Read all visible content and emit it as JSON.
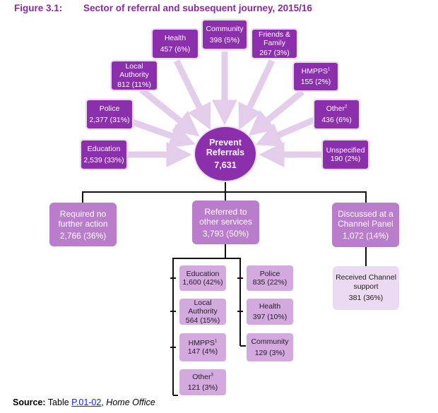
{
  "figure": {
    "number": "Figure 3.1:",
    "title": "Sector of referral and subsequent journey, 2015/16"
  },
  "center": {
    "label_line1": "Prevent",
    "label_line2": "Referrals",
    "value": "7,631"
  },
  "sources": [
    {
      "id": "education",
      "label": "Education",
      "value": "2,539 (33%)"
    },
    {
      "id": "police",
      "label": "Police",
      "value": "2,377 (31%)"
    },
    {
      "id": "local-authority",
      "label": "Local Authority",
      "value": "812 (11%)"
    },
    {
      "id": "health",
      "label": "Health",
      "value": "457 (6%)"
    },
    {
      "id": "community",
      "label": "Community",
      "value": "398 (5%)"
    },
    {
      "id": "friends-family",
      "label": "Friends & Family",
      "value": "267 (3%)"
    },
    {
      "id": "hmpps",
      "label": "HMPPS",
      "sup": "1",
      "value": "155 (2%)"
    },
    {
      "id": "other",
      "label": "Other",
      "sup": "2",
      "value": "436 (6%)"
    },
    {
      "id": "unspecified",
      "label": "Unspecified",
      "value": "190 (2%)"
    }
  ],
  "outcomes": [
    {
      "id": "no-further-action",
      "label": "Required no further action",
      "value": "2,766 (36%)"
    },
    {
      "id": "referred-other-services",
      "label": "Referred to other services",
      "value": "3,793 (50%)"
    },
    {
      "id": "channel-panel",
      "label": "Discussed at a Channel Panel",
      "value": "1,072 (14%)"
    }
  ],
  "referred_services_left": [
    {
      "id": "education",
      "label": "Education",
      "value": "1,600 (42%)"
    },
    {
      "id": "local-authority",
      "label": "Local Authority",
      "value": "564 (15%)"
    },
    {
      "id": "hmpps",
      "label": "HMPPS",
      "sup": "1",
      "value": "147 (4%)"
    },
    {
      "id": "other",
      "label": "Other",
      "sup": "3",
      "value": "121 (3%)"
    }
  ],
  "referred_services_right": [
    {
      "id": "police",
      "label": "Police",
      "value": "835 (22%)"
    },
    {
      "id": "health",
      "label": "Health",
      "value": "397 (10%)"
    },
    {
      "id": "community",
      "label": "Community",
      "value": "129 (3%)"
    }
  ],
  "channel_support": {
    "label": "Received Channel support",
    "value": "381 (36%)"
  },
  "source_note": {
    "prefix": "Source:",
    "text": "Table",
    "link": "P.01-02",
    "publisher": "Home Office"
  },
  "colors": {
    "title": "#8a2a9e",
    "source_box": "#8b2fac",
    "outcome_box": "#b97dcc",
    "sub_box": "#d4a9e0",
    "channel_box": "#ecd9f2",
    "arrow": "#e3cdea"
  }
}
